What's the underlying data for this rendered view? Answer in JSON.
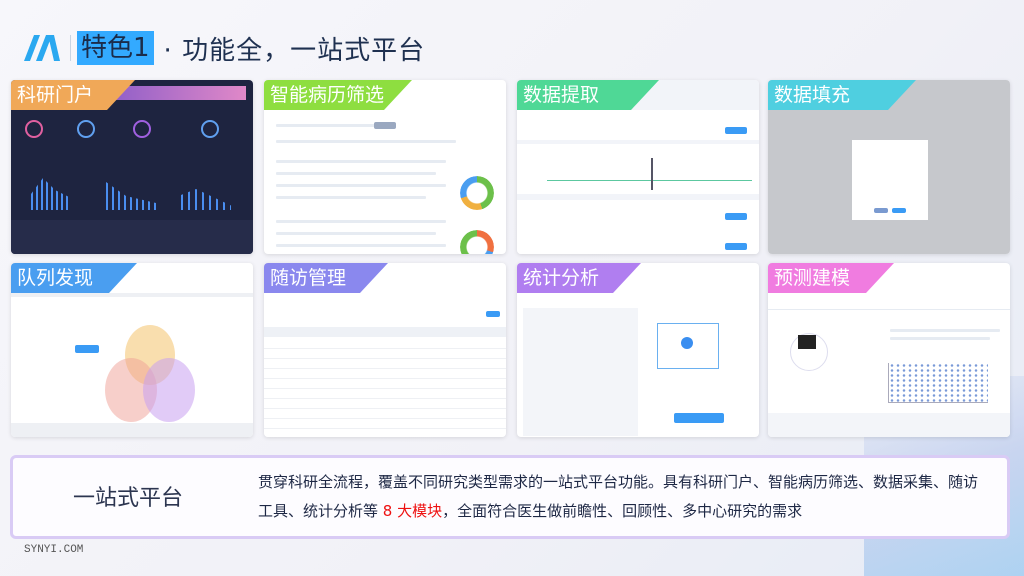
{
  "header": {
    "tag": "特色1",
    "title": "· 功能全，一站式平台"
  },
  "modules": [
    {
      "label": "科研门户",
      "color": "#f0a858"
    },
    {
      "label": "智能病历筛选",
      "color": "#8ede40"
    },
    {
      "label": "数据提取",
      "color": "#4fd896"
    },
    {
      "label": "数据填充",
      "color": "#4fcfe0"
    },
    {
      "label": "队列发现",
      "color": "#4a9ef0"
    },
    {
      "label": "随访管理",
      "color": "#8a88ee"
    },
    {
      "label": "统计分析",
      "color": "#b07ef0"
    },
    {
      "label": "预测建模",
      "color": "#f07ce0"
    }
  ],
  "summary": {
    "title": "一站式平台",
    "text_before": "贯穿科研全流程，覆盖不同研究类型需求的一站式平台功能。具有科研门户、智能病历筛选、数据采集、随访工具、统计分析等",
    "highlight": " 8 大模块",
    "text_after": "，全面符合医生做前瞻性、回顾性、多中心研究的需求"
  },
  "footer": "SYNYI.COM"
}
